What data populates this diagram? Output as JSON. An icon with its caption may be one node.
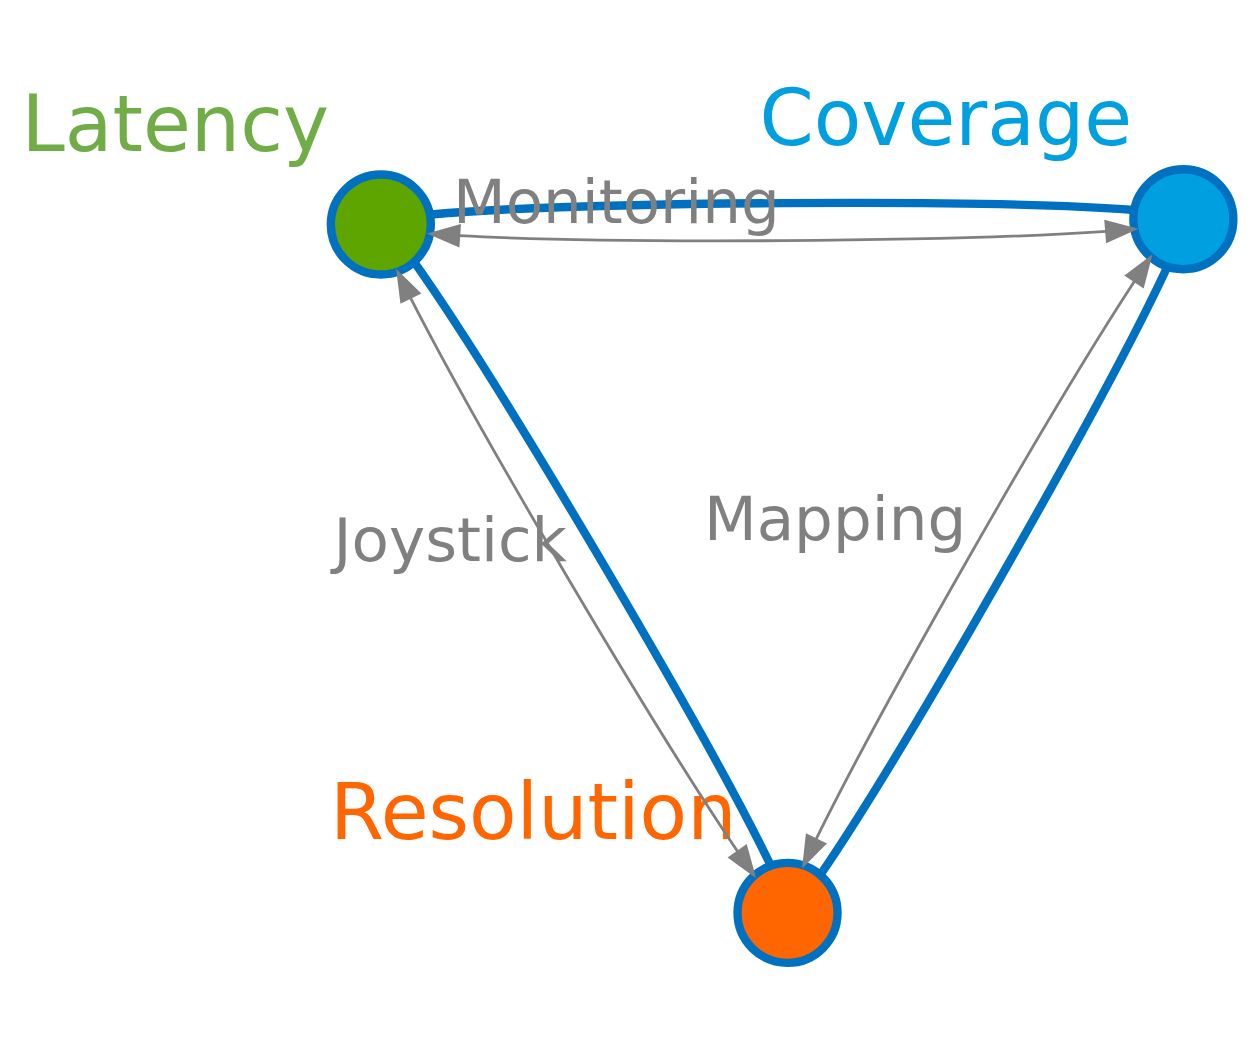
{
  "diagram": {
    "nodes": [
      {
        "text": [
          "Latency"
        ]
      },
      {
        "text": [
          "Coverage"
        ]
      },
      {
        "text": [
          "Resolution"
        ]
      }
    ],
    "edges": [
      {
        "from": 0,
        "to": 1,
        "arrow": "none",
        "style": "thick"
      },
      {
        "from": 0,
        "to": 2,
        "arrow": "none",
        "style": "thick"
      },
      {
        "from": 1,
        "to": 2,
        "arrow": "none",
        "style": "thick"
      },
      {
        "from": 0,
        "to": 1,
        "arrow": "both",
        "label": "Monitoring",
        "color": "#808080"
      },
      {
        "from": 0,
        "to": 2,
        "arrow": "both",
        "label": "Joystick",
        "color": "#808080"
      },
      {
        "from": 1,
        "to": 2,
        "arrow": "both",
        "label": "Mapping",
        "color": "#808080"
      }
    ]
  }
}
